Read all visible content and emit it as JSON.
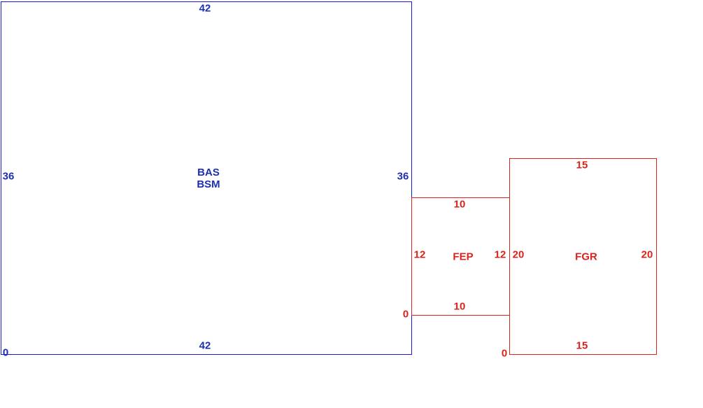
{
  "colors": {
    "blue": "#1a1ad6",
    "red": "#e0201a"
  },
  "rooms": [
    {
      "id": "bas",
      "names": [
        "BAS",
        "BSM"
      ],
      "color": "blue",
      "top": "42",
      "bottom": "42",
      "left": "36",
      "right": "36",
      "origin": "0"
    },
    {
      "id": "fep",
      "names": [
        "FEP"
      ],
      "color": "red",
      "top": "10",
      "bottom": "10",
      "left": "12",
      "right": "12",
      "origin": "0"
    },
    {
      "id": "fgr",
      "names": [
        "FGR"
      ],
      "color": "red",
      "top": "15",
      "bottom": "15",
      "left": "20",
      "right": "20",
      "origin": "0"
    }
  ]
}
